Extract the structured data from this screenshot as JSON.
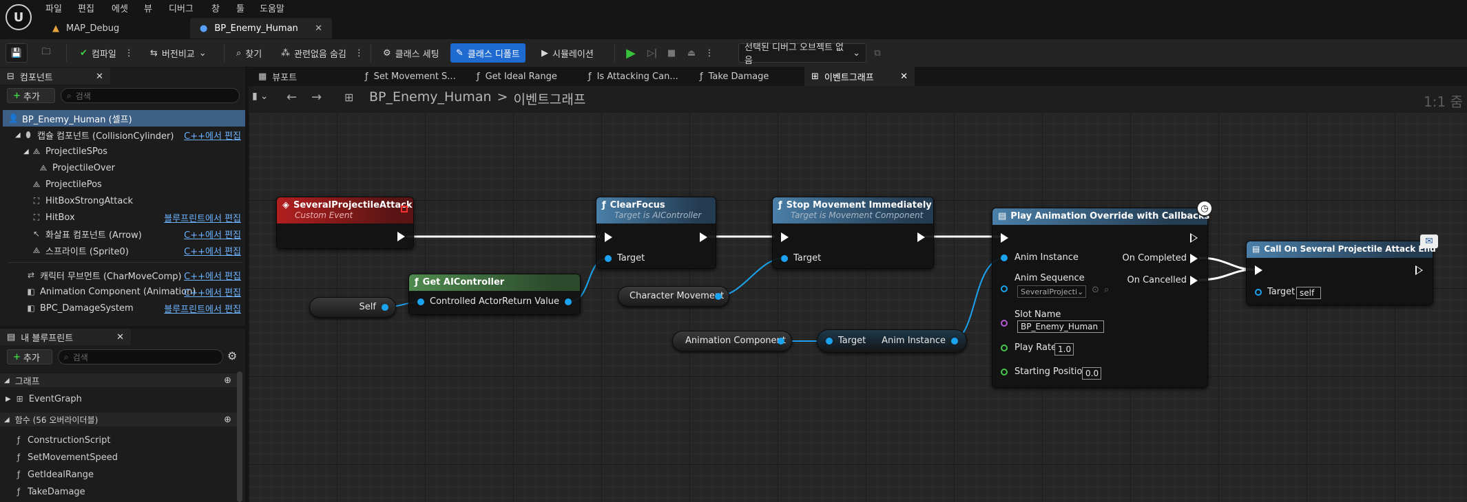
{
  "menu": [
    "파일",
    "편집",
    "에셋",
    "뷰",
    "디버그",
    "창",
    "툴",
    "도움말"
  ],
  "doc_tabs": [
    {
      "label": "MAP_Debug"
    },
    {
      "label": "BP_Enemy_Human"
    }
  ],
  "toolbar": {
    "compile": "컴파일",
    "diff": "버전비교",
    "find": "찾기",
    "hide_unrelated": "관련없음 숨김",
    "class_settings": "클래스 세팅",
    "class_defaults": "클래스 디폴트",
    "simulation": "시뮬레이션",
    "debug_object": "선택된 디버그 오브젝트 없음"
  },
  "components_panel": {
    "title": "컴포넌트",
    "add": "추가",
    "search_placeholder": "검색",
    "items": [
      {
        "label": "BP_Enemy_Human (셀프)",
        "edit": ""
      },
      {
        "label": "캡슐 컴포넌트 (CollisionCylinder)",
        "edit": "C++에서 편집"
      },
      {
        "label": "ProjectileSPos",
        "edit": ""
      },
      {
        "label": "ProjectileOver",
        "edit": ""
      },
      {
        "label": "ProjectilePos",
        "edit": ""
      },
      {
        "label": "HitBoxStrongAttack",
        "edit": ""
      },
      {
        "label": "HitBox",
        "edit": "블루프린트에서 편집"
      },
      {
        "label": "화살표 컴포넌트 (Arrow)",
        "edit": "C++에서 편집"
      },
      {
        "label": "스프라이트 (Sprite0)",
        "edit": "C++에서 편집"
      },
      {
        "label": "캐릭터 무브먼트 (CharMoveComp)",
        "edit": "C++에서 편집"
      },
      {
        "label": "Animation Component (Animation)",
        "edit": "C++에서 편집"
      },
      {
        "label": "BPC_DamageSystem",
        "edit": "블루프린트에서 편집"
      }
    ]
  },
  "mybp_panel": {
    "title": "내 블루프린트",
    "add": "추가",
    "search_placeholder": "검색",
    "graph_section": "그래프",
    "graphs": [
      "EventGraph"
    ],
    "functions_section": "함수 (56 오버라이더블)",
    "functions": [
      "ConstructionScript",
      "SetMovementSpeed",
      "GetIdealRange",
      "TakeDamage"
    ]
  },
  "graph_tabs": [
    {
      "label": "뷰포트"
    },
    {
      "label": "Set Movement S..."
    },
    {
      "label": "Get Ideal Range"
    },
    {
      "label": "Is Attacking Can..."
    },
    {
      "label": "Take Damage"
    },
    {
      "label": "이벤트그래프"
    }
  ],
  "breadcrumb": {
    "root": "BP_Enemy_Human",
    "separator": ">",
    "current": "이벤트그래프",
    "zoom": "1:1 줌"
  },
  "nodes": {
    "event": {
      "title": "SeveralProjectileAttack",
      "subtitle": "Custom Event"
    },
    "clear_focus": {
      "title": "ClearFocus",
      "subtitle": "Target is AIController",
      "target": "Target"
    },
    "stop_movement": {
      "title": "Stop Movement Immediately",
      "subtitle": "Target is Movement Component",
      "target": "Target"
    },
    "get_ai": {
      "title": "Get AIController",
      "in": "Controlled Actor",
      "out": "Return Value"
    },
    "self": "Self",
    "char_movement": "Character Movement",
    "anim_component": "Animation Component",
    "anim_getter": {
      "in": "Target",
      "out": "Anim Instance"
    },
    "play_anim": {
      "title": "Play Animation Override with Callbacks",
      "anim_instance": "Anim Instance",
      "anim_sequence": "Anim Sequence",
      "anim_sequence_value": "SeveralProjecti",
      "slot_name": "Slot Name",
      "slot_name_value": "BP_Enemy_Human",
      "play_rate": "Play Rate",
      "play_rate_value": "1.0",
      "starting_position": "Starting Position",
      "starting_position_value": "0.0",
      "on_completed": "On Completed",
      "on_cancelled": "On Cancelled"
    },
    "call_end": {
      "title": "Call On Several Projectile Attack End",
      "target": "Target",
      "target_value": "self"
    }
  }
}
